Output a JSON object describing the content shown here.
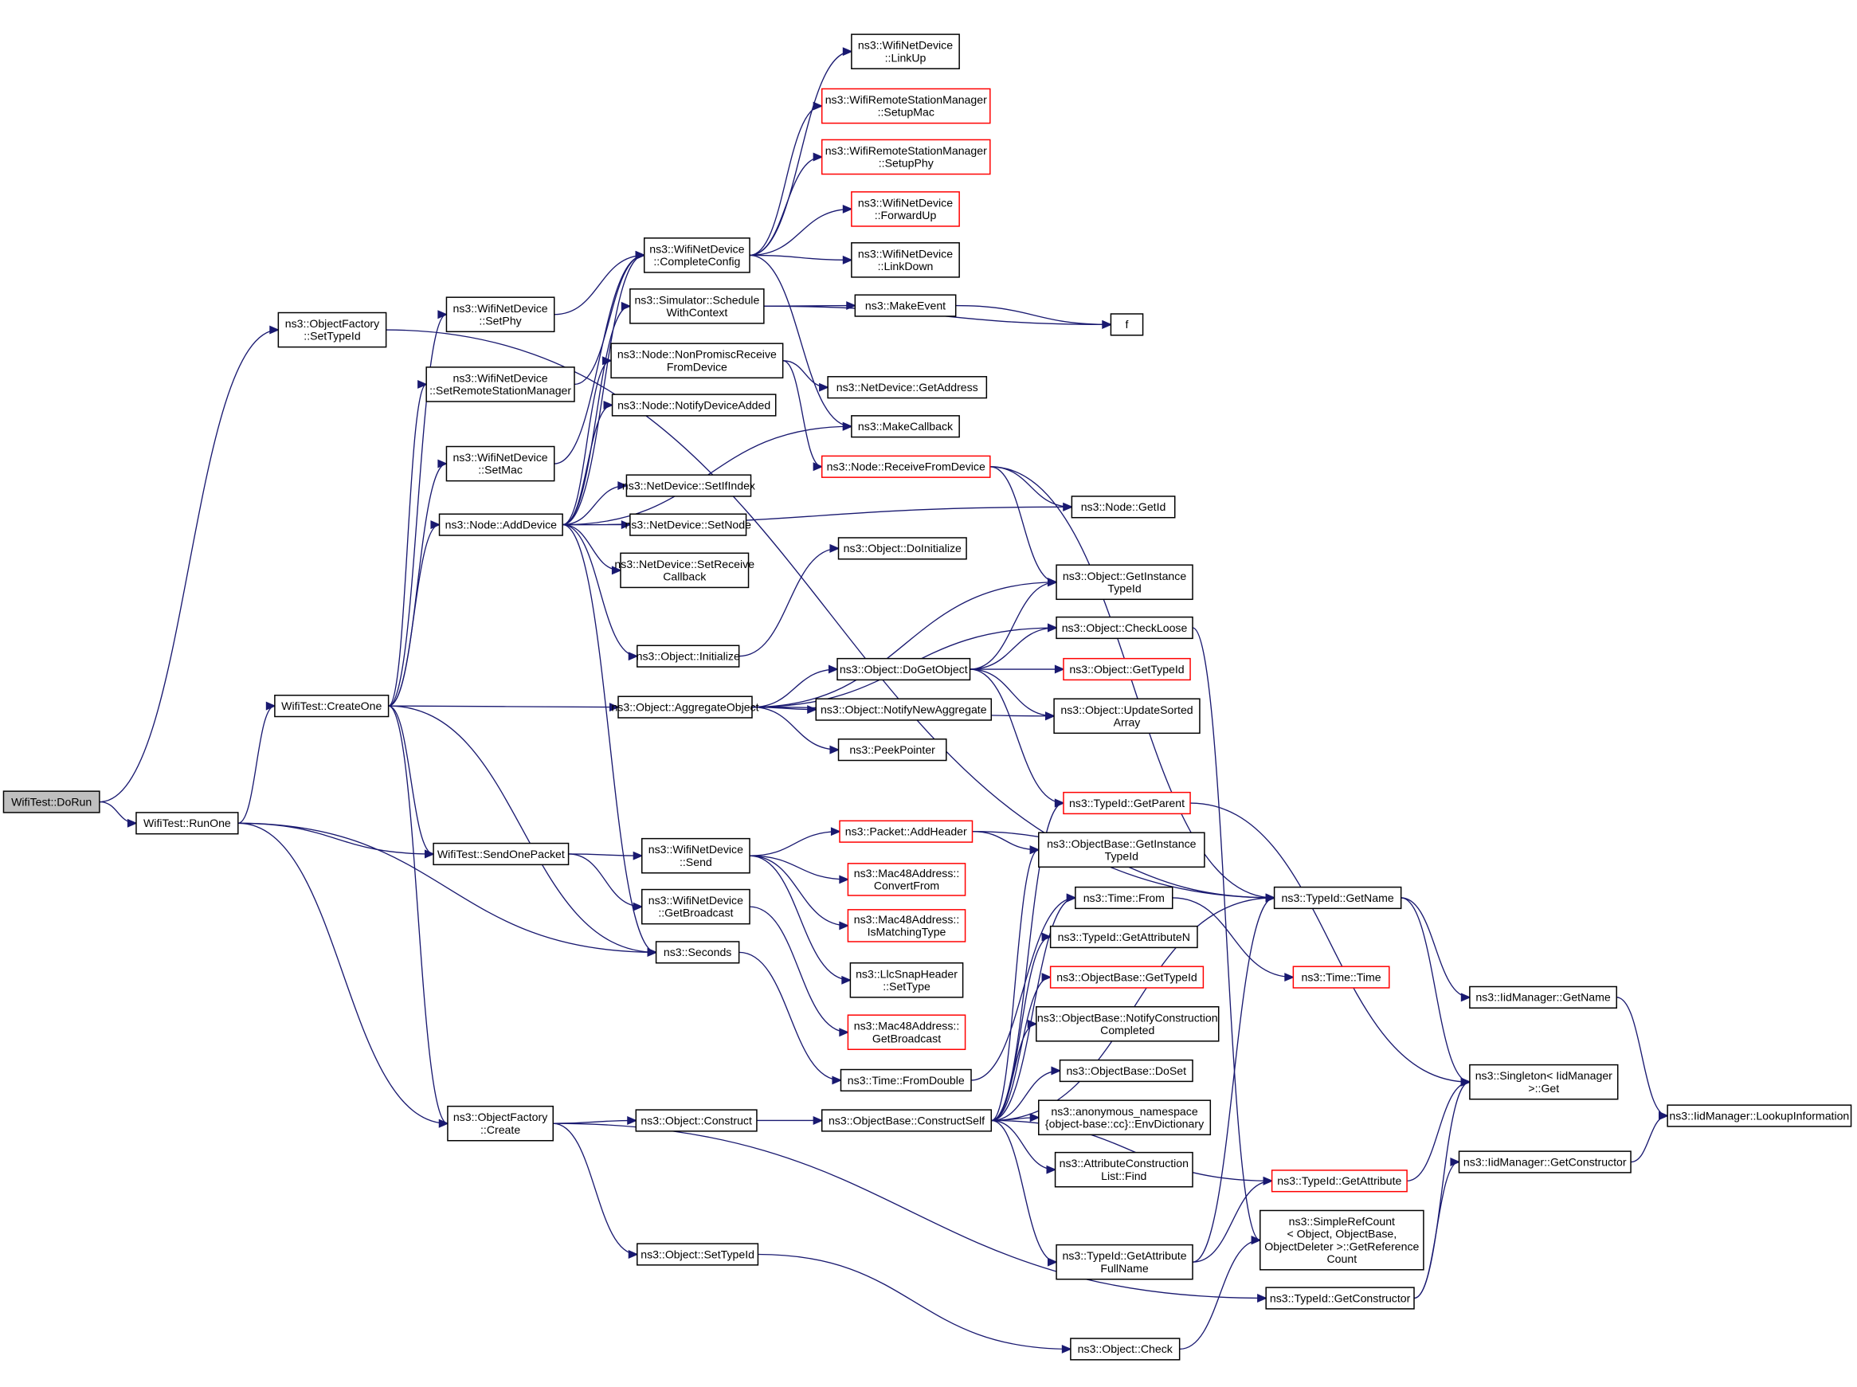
{
  "title": "WifiTest::DoRun call graph",
  "colors": {
    "edge": "#191970",
    "node_border": "#000000",
    "root_fill": "#bfbfbf",
    "undocumented_border": "#ff0000"
  },
  "nodes": [
    {
      "id": "dorun",
      "lines": [
        "WifiTest::DoRun"
      ],
      "kind": "root"
    },
    {
      "id": "runone",
      "lines": [
        "WifiTest::RunOne"
      ],
      "kind": "normal"
    },
    {
      "id": "of_settypeid",
      "lines": [
        "ns3::ObjectFactory",
        "::SetTypeId"
      ],
      "kind": "normal"
    },
    {
      "id": "createone",
      "lines": [
        "WifiTest::CreateOne"
      ],
      "kind": "normal"
    },
    {
      "id": "setphy",
      "lines": [
        "ns3::WifiNetDevice",
        "::SetPhy"
      ],
      "kind": "normal"
    },
    {
      "id": "setrsm",
      "lines": [
        "ns3::WifiNetDevice",
        "::SetRemoteStationManager"
      ],
      "kind": "normal"
    },
    {
      "id": "setmac",
      "lines": [
        "ns3::WifiNetDevice",
        "::SetMac"
      ],
      "kind": "normal"
    },
    {
      "id": "adddevice",
      "lines": [
        "ns3::Node::AddDevice"
      ],
      "kind": "normal"
    },
    {
      "id": "sendonepacket",
      "lines": [
        "WifiTest::SendOnePacket"
      ],
      "kind": "normal"
    },
    {
      "id": "of_create",
      "lines": [
        "ns3::ObjectFactory",
        "::Create"
      ],
      "kind": "normal"
    },
    {
      "id": "completeconfig",
      "lines": [
        "ns3::WifiNetDevice",
        "::CompleteConfig"
      ],
      "kind": "normal"
    },
    {
      "id": "schedulewc",
      "lines": [
        "ns3::Simulator::Schedule",
        "WithContext"
      ],
      "kind": "normal"
    },
    {
      "id": "nonpromisc",
      "lines": [
        "ns3::Node::NonPromiscReceive",
        "FromDevice"
      ],
      "kind": "normal"
    },
    {
      "id": "notifydeviceadded",
      "lines": [
        "ns3::Node::NotifyDeviceAdded"
      ],
      "kind": "normal"
    },
    {
      "id": "setifindex",
      "lines": [
        "ns3::NetDevice::SetIfIndex"
      ],
      "kind": "normal"
    },
    {
      "id": "setnode",
      "lines": [
        "ns3::NetDevice::SetNode"
      ],
      "kind": "normal"
    },
    {
      "id": "setreceivecb",
      "lines": [
        "ns3::NetDevice::SetReceive",
        "Callback"
      ],
      "kind": "normal"
    },
    {
      "id": "initialize",
      "lines": [
        "ns3::Object::Initialize"
      ],
      "kind": "normal"
    },
    {
      "id": "aggregate",
      "lines": [
        "ns3::Object::AggregateObject"
      ],
      "kind": "normal"
    },
    {
      "id": "wnd_send",
      "lines": [
        "ns3::WifiNetDevice",
        "::Send"
      ],
      "kind": "normal"
    },
    {
      "id": "wnd_getbroadcast",
      "lines": [
        "ns3::WifiNetDevice",
        "::GetBroadcast"
      ],
      "kind": "normal"
    },
    {
      "id": "seconds",
      "lines": [
        "ns3::Seconds"
      ],
      "kind": "normal"
    },
    {
      "id": "construct",
      "lines": [
        "ns3::Object::Construct"
      ],
      "kind": "normal"
    },
    {
      "id": "obj_settypeid",
      "lines": [
        "ns3::Object::SetTypeId"
      ],
      "kind": "normal"
    },
    {
      "id": "linkup",
      "lines": [
        "ns3::WifiNetDevice",
        "::LinkUp"
      ],
      "kind": "normal"
    },
    {
      "id": "setupmac",
      "lines": [
        "ns3::WifiRemoteStationManager",
        "::SetupMac"
      ],
      "kind": "missing"
    },
    {
      "id": "setupphy",
      "lines": [
        "ns3::WifiRemoteStationManager",
        "::SetupPhy"
      ],
      "kind": "missing"
    },
    {
      "id": "forwardup",
      "lines": [
        "ns3::WifiNetDevice",
        "::ForwardUp"
      ],
      "kind": "missing"
    },
    {
      "id": "linkdown",
      "lines": [
        "ns3::WifiNetDevice",
        "::LinkDown"
      ],
      "kind": "normal"
    },
    {
      "id": "makeevent",
      "lines": [
        "ns3::MakeEvent"
      ],
      "kind": "normal"
    },
    {
      "id": "getaddress",
      "lines": [
        "ns3::NetDevice::GetAddress"
      ],
      "kind": "normal"
    },
    {
      "id": "makecallback",
      "lines": [
        "ns3::MakeCallback"
      ],
      "kind": "normal"
    },
    {
      "id": "receivefromdevice",
      "lines": [
        "ns3::Node::ReceiveFromDevice"
      ],
      "kind": "missing"
    },
    {
      "id": "doinitialize",
      "lines": [
        "ns3::Object::DoInitialize"
      ],
      "kind": "normal"
    },
    {
      "id": "dogetobject",
      "lines": [
        "ns3::Object::DoGetObject"
      ],
      "kind": "normal"
    },
    {
      "id": "notifynewagg",
      "lines": [
        "ns3::Object::NotifyNewAggregate"
      ],
      "kind": "normal"
    },
    {
      "id": "peekpointer",
      "lines": [
        "ns3::PeekPointer"
      ],
      "kind": "normal"
    },
    {
      "id": "addheader",
      "lines": [
        "ns3::Packet::AddHeader"
      ],
      "kind": "missing"
    },
    {
      "id": "convertfrom",
      "lines": [
        "ns3::Mac48Address::",
        "ConvertFrom"
      ],
      "kind": "missing"
    },
    {
      "id": "ismatchingtype",
      "lines": [
        "ns3::Mac48Address::",
        "IsMatchingType"
      ],
      "kind": "missing"
    },
    {
      "id": "llcsettype",
      "lines": [
        "ns3::LlcSnapHeader",
        "::SetType"
      ],
      "kind": "normal"
    },
    {
      "id": "mac_getbroadcast",
      "lines": [
        "ns3::Mac48Address::",
        "GetBroadcast"
      ],
      "kind": "missing"
    },
    {
      "id": "fromdouble",
      "lines": [
        "ns3::Time::FromDouble"
      ],
      "kind": "normal"
    },
    {
      "id": "constructself",
      "lines": [
        "ns3::ObjectBase::ConstructSelf"
      ],
      "kind": "normal"
    },
    {
      "id": "f",
      "lines": [
        "f"
      ],
      "kind": "normal"
    },
    {
      "id": "getid",
      "lines": [
        "ns3::Node::GetId"
      ],
      "kind": "normal"
    },
    {
      "id": "obj_getinstancetypeid",
      "lines": [
        "ns3::Object::GetInstance",
        "TypeId"
      ],
      "kind": "normal"
    },
    {
      "id": "checkloose",
      "lines": [
        "ns3::Object::CheckLoose"
      ],
      "kind": "normal"
    },
    {
      "id": "obj_gettypeid",
      "lines": [
        "ns3::Object::GetTypeId"
      ],
      "kind": "missing"
    },
    {
      "id": "updatesorted",
      "lines": [
        "ns3::Object::UpdateSorted",
        "Array"
      ],
      "kind": "normal"
    },
    {
      "id": "getparent",
      "lines": [
        "ns3::TypeId::GetParent"
      ],
      "kind": "missing"
    },
    {
      "id": "ob_getinstancetypeid",
      "lines": [
        "ns3::ObjectBase::GetInstance",
        "TypeId"
      ],
      "kind": "normal"
    },
    {
      "id": "timefrom",
      "lines": [
        "ns3::Time::From"
      ],
      "kind": "normal"
    },
    {
      "id": "getattributen",
      "lines": [
        "ns3::TypeId::GetAttributeN"
      ],
      "kind": "normal"
    },
    {
      "id": "ob_gettypeid",
      "lines": [
        "ns3::ObjectBase::GetTypeId"
      ],
      "kind": "missing"
    },
    {
      "id": "notifyconstruction",
      "lines": [
        "ns3::ObjectBase::NotifyConstruction",
        "Completed"
      ],
      "kind": "normal"
    },
    {
      "id": "doset",
      "lines": [
        "ns3::ObjectBase::DoSet"
      ],
      "kind": "normal"
    },
    {
      "id": "envdictionary",
      "lines": [
        "ns3::anonymous_namespace",
        "{object-base::cc}::EnvDictionary"
      ],
      "kind": "normal"
    },
    {
      "id": "aclfind",
      "lines": [
        "ns3::AttributeConstruction",
        "List::Find"
      ],
      "kind": "normal"
    },
    {
      "id": "getattributefullname",
      "lines": [
        "ns3::TypeId::GetAttribute",
        "FullName"
      ],
      "kind": "normal"
    },
    {
      "id": "objcheck",
      "lines": [
        "ns3::Object::Check"
      ],
      "kind": "normal"
    },
    {
      "id": "typeid_getname",
      "lines": [
        "ns3::TypeId::GetName"
      ],
      "kind": "normal"
    },
    {
      "id": "timetime",
      "lines": [
        "ns3::Time::Time"
      ],
      "kind": "missing"
    },
    {
      "id": "getattribute",
      "lines": [
        "ns3::TypeId::GetAttribute"
      ],
      "kind": "missing"
    },
    {
      "id": "simplerefcount",
      "lines": [
        "ns3::SimpleRefCount",
        "< Object, ObjectBase,",
        "ObjectDeleter >::GetReference",
        "Count"
      ],
      "kind": "normal"
    },
    {
      "id": "typeid_getconstructor",
      "lines": [
        "ns3::TypeId::GetConstructor"
      ],
      "kind": "normal"
    },
    {
      "id": "iid_getname",
      "lines": [
        "ns3::IidManager::GetName"
      ],
      "kind": "normal"
    },
    {
      "id": "singleton_get",
      "lines": [
        "ns3::Singleton< IidManager",
        ">::Get"
      ],
      "kind": "normal"
    },
    {
      "id": "iid_getconstructor",
      "lines": [
        "ns3::IidManager::GetConstructor"
      ],
      "kind": "normal"
    },
    {
      "id": "lookupinformation",
      "lines": [
        "ns3::IidManager::LookupInformation"
      ],
      "kind": "normal"
    }
  ],
  "edges": [
    [
      "dorun",
      "of_settypeid"
    ],
    [
      "dorun",
      "runone"
    ],
    [
      "of_settypeid",
      "typeid_getname"
    ],
    [
      "runone",
      "createone"
    ],
    [
      "runone",
      "sendonepacket"
    ],
    [
      "runone",
      "seconds"
    ],
    [
      "runone",
      "of_create"
    ],
    [
      "createone",
      "setphy"
    ],
    [
      "createone",
      "setrsm"
    ],
    [
      "createone",
      "setmac"
    ],
    [
      "createone",
      "adddevice"
    ],
    [
      "createone",
      "aggregate"
    ],
    [
      "createone",
      "sendonepacket"
    ],
    [
      "createone",
      "seconds"
    ],
    [
      "createone",
      "of_create"
    ],
    [
      "setphy",
      "completeconfig"
    ],
    [
      "setrsm",
      "completeconfig"
    ],
    [
      "setmac",
      "completeconfig"
    ],
    [
      "adddevice",
      "completeconfig"
    ],
    [
      "adddevice",
      "schedulewc"
    ],
    [
      "adddevice",
      "nonpromisc"
    ],
    [
      "adddevice",
      "notifydeviceadded"
    ],
    [
      "adddevice",
      "makecallback"
    ],
    [
      "adddevice",
      "setifindex"
    ],
    [
      "adddevice",
      "setnode"
    ],
    [
      "adddevice",
      "setreceivecb"
    ],
    [
      "adddevice",
      "getid"
    ],
    [
      "adddevice",
      "initialize"
    ],
    [
      "adddevice",
      "seconds"
    ],
    [
      "completeconfig",
      "linkup"
    ],
    [
      "completeconfig",
      "setupmac"
    ],
    [
      "completeconfig",
      "setupphy"
    ],
    [
      "completeconfig",
      "forwardup"
    ],
    [
      "completeconfig",
      "linkdown"
    ],
    [
      "completeconfig",
      "makecallback"
    ],
    [
      "schedulewc",
      "makeevent"
    ],
    [
      "schedulewc",
      "f"
    ],
    [
      "makeevent",
      "f"
    ],
    [
      "nonpromisc",
      "getaddress"
    ],
    [
      "nonpromisc",
      "receivefromdevice"
    ],
    [
      "receivefromdevice",
      "getid"
    ],
    [
      "receivefromdevice",
      "obj_getinstancetypeid"
    ],
    [
      "receivefromdevice",
      "typeid_getname"
    ],
    [
      "initialize",
      "doinitialize"
    ],
    [
      "aggregate",
      "obj_getinstancetypeid"
    ],
    [
      "aggregate",
      "checkloose"
    ],
    [
      "aggregate",
      "dogetobject"
    ],
    [
      "aggregate",
      "notifynewagg"
    ],
    [
      "aggregate",
      "peekpointer"
    ],
    [
      "aggregate",
      "updatesorted"
    ],
    [
      "dogetobject",
      "obj_getinstancetypeid"
    ],
    [
      "dogetobject",
      "checkloose"
    ],
    [
      "dogetobject",
      "obj_gettypeid"
    ],
    [
      "dogetobject",
      "updatesorted"
    ],
    [
      "dogetobject",
      "getparent"
    ],
    [
      "checkloose",
      "simplerefcount"
    ],
    [
      "sendonepacket",
      "wnd_send"
    ],
    [
      "sendonepacket",
      "wnd_getbroadcast"
    ],
    [
      "wnd_send",
      "addheader"
    ],
    [
      "wnd_send",
      "convertfrom"
    ],
    [
      "wnd_send",
      "ismatchingtype"
    ],
    [
      "wnd_send",
      "llcsettype"
    ],
    [
      "wnd_getbroadcast",
      "mac_getbroadcast"
    ],
    [
      "addheader",
      "ob_getinstancetypeid"
    ],
    [
      "addheader",
      "typeid_getname"
    ],
    [
      "seconds",
      "fromdouble"
    ],
    [
      "fromdouble",
      "timefrom"
    ],
    [
      "timefrom",
      "timetime"
    ],
    [
      "of_create",
      "construct"
    ],
    [
      "of_create",
      "obj_settypeid"
    ],
    [
      "of_create",
      "typeid_getconstructor"
    ],
    [
      "construct",
      "constructself"
    ],
    [
      "constructself",
      "getparent"
    ],
    [
      "constructself",
      "ob_getinstancetypeid"
    ],
    [
      "constructself",
      "timefrom"
    ],
    [
      "constructself",
      "getattributen"
    ],
    [
      "constructself",
      "ob_gettypeid"
    ],
    [
      "constructself",
      "notifyconstruction"
    ],
    [
      "constructself",
      "doset"
    ],
    [
      "constructself",
      "envdictionary"
    ],
    [
      "constructself",
      "aclfind"
    ],
    [
      "constructself",
      "getattributefullname"
    ],
    [
      "constructself",
      "getattribute"
    ],
    [
      "constructself",
      "typeid_getname"
    ],
    [
      "getparent",
      "singleton_get"
    ],
    [
      "getattributefullname",
      "getattribute"
    ],
    [
      "getattributefullname",
      "typeid_getname"
    ],
    [
      "obj_settypeid",
      "objcheck"
    ],
    [
      "objcheck",
      "simplerefcount"
    ],
    [
      "typeid_getname",
      "iid_getname"
    ],
    [
      "typeid_getname",
      "singleton_get"
    ],
    [
      "getattribute",
      "singleton_get"
    ],
    [
      "typeid_getconstructor",
      "singleton_get"
    ],
    [
      "typeid_getconstructor",
      "iid_getconstructor"
    ],
    [
      "iid_getname",
      "lookupinformation"
    ],
    [
      "iid_getconstructor",
      "lookupinformation"
    ]
  ]
}
